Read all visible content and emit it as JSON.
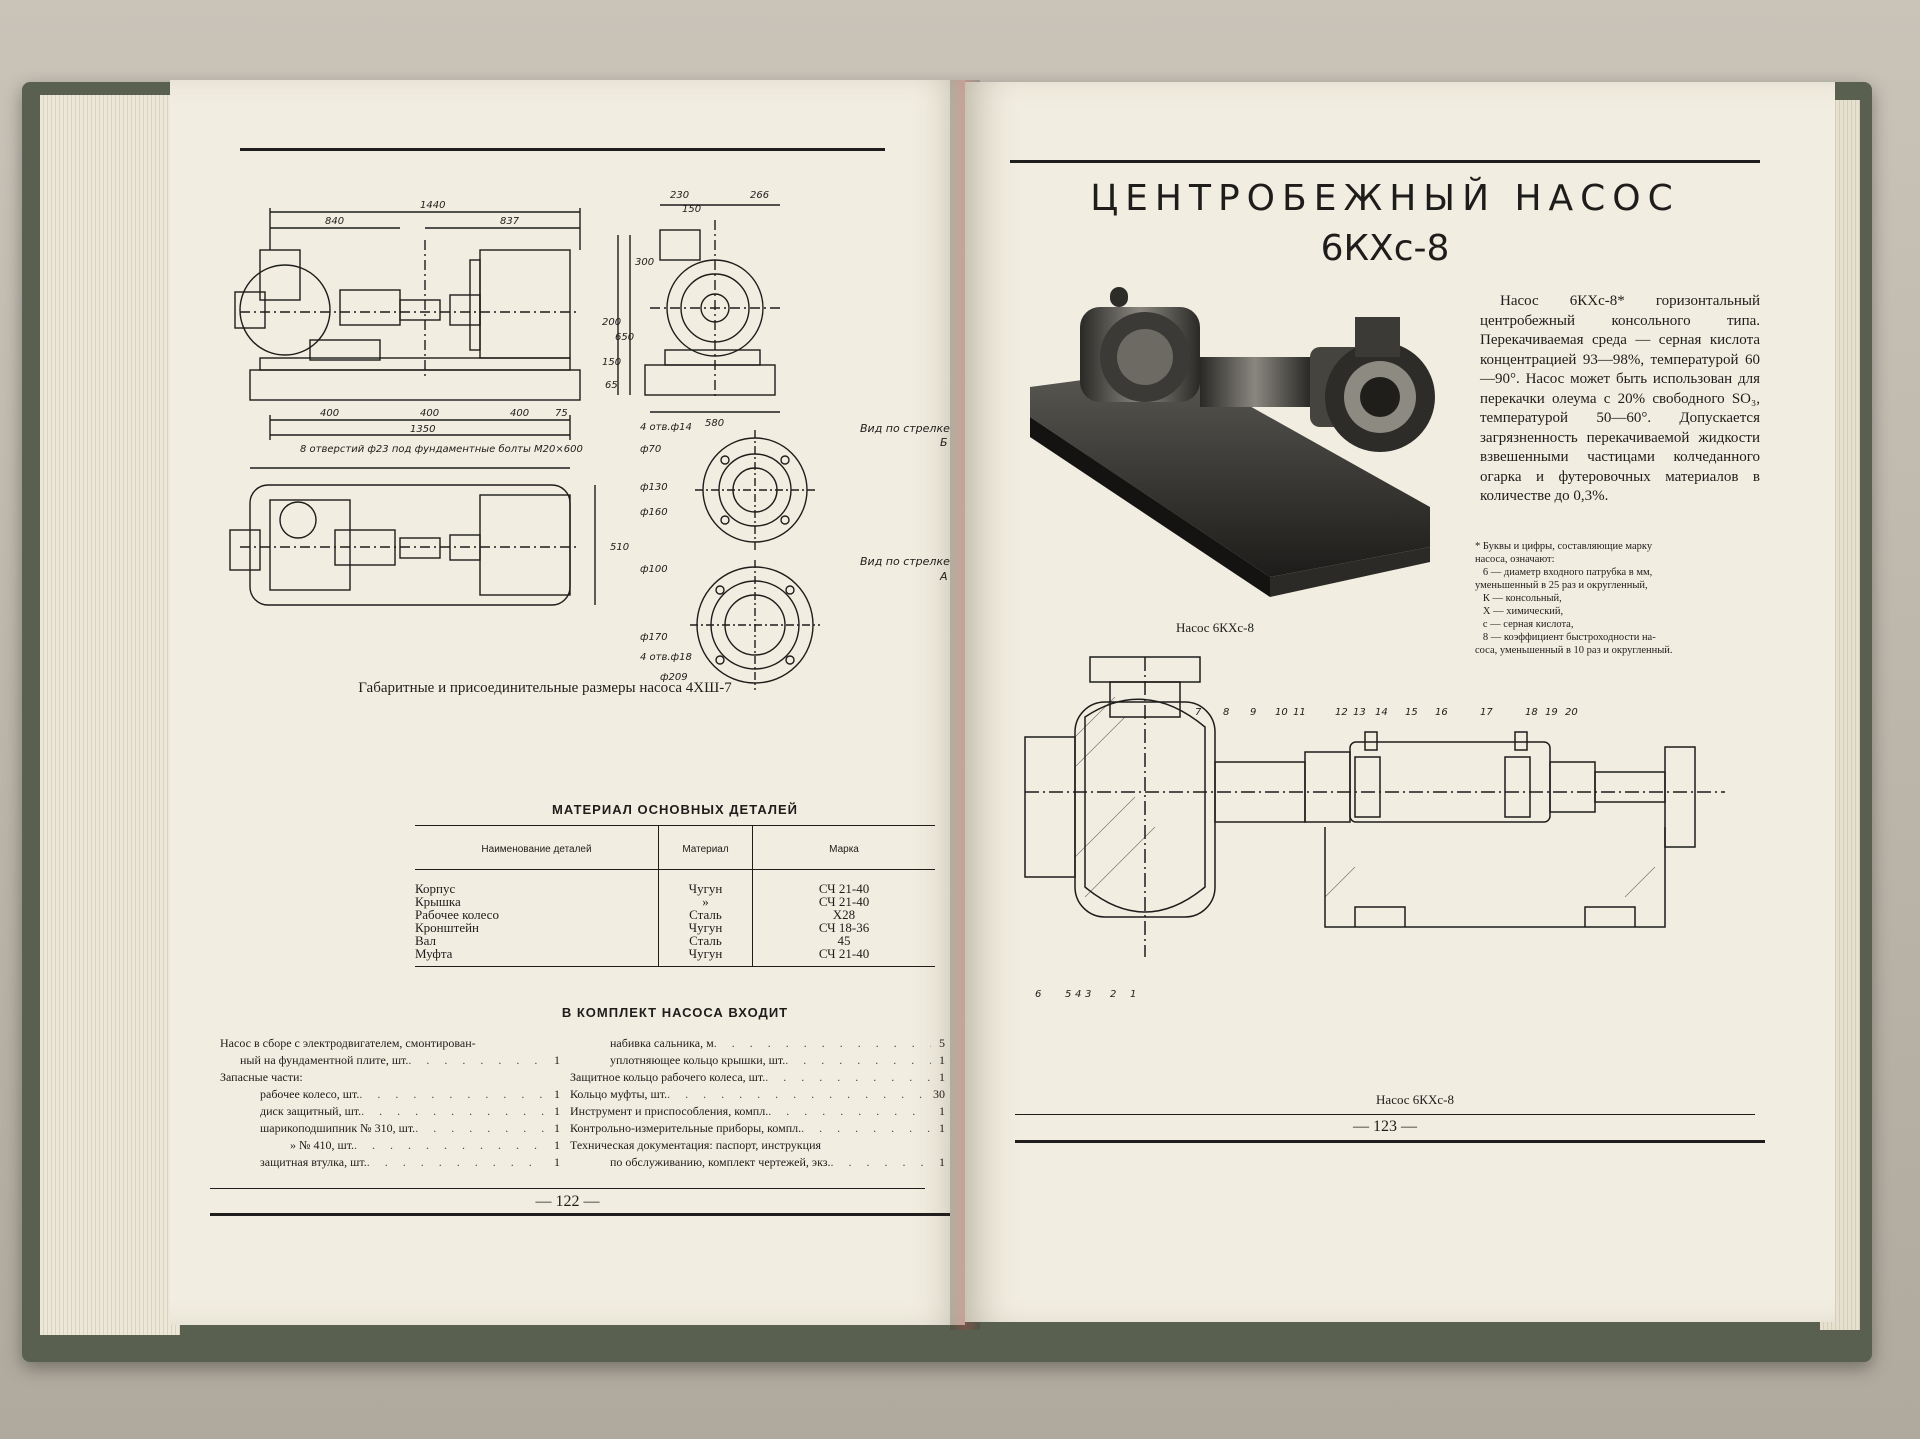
{
  "left_page": {
    "drawing_labels": {
      "dim_1440": "1440",
      "dim_840": "840",
      "dim_837": "837",
      "dim_230": "230",
      "dim_150": "150",
      "dim_266": "266",
      "dim_300": "300",
      "dim_200": "200",
      "dim_650": "650",
      "dim_150b": "150",
      "dim_65": "65",
      "dim_580": "580",
      "dim_400a": "400",
      "dim_400b": "400",
      "dim_400c": "400",
      "dim_75": "75",
      "dim_1350": "1350",
      "bolts_note": "8 отверстий ф23 под фундаментные болты  M20×600",
      "view_b": "Вид по стрелке",
      "view_b_letter": "Б",
      "view_a": "Вид по стрелке",
      "view_a_letter": "А",
      "holes_14": "4 отв.ф14",
      "d70": "ф70",
      "d130": "ф130",
      "d160": "ф160",
      "d100": "ф100",
      "d170": "ф170",
      "holes_18": "4 отв.ф18",
      "d209": "ф209",
      "dim_510": "510"
    },
    "drawing_caption": "Габаритные и присоединительные размеры насоса 4ХШ-7",
    "materials": {
      "title": "МАТЕРИАЛ ОСНОВНЫХ ДЕТАЛЕЙ",
      "headers": [
        "Наименование деталей",
        "Материал",
        "Марка"
      ],
      "rows": [
        {
          "part": "Корпус",
          "material": "Чугун",
          "grade": "СЧ 21-40"
        },
        {
          "part": "Крышка",
          "material": "»",
          "grade": "СЧ 21-40"
        },
        {
          "part": "Рабочее колесо",
          "material": "Сталь",
          "grade": "Х28"
        },
        {
          "part": "Кронштейн",
          "material": "Чугун",
          "grade": "СЧ 18-36"
        },
        {
          "part": "Вал",
          "material": "Сталь",
          "grade": "45"
        },
        {
          "part": "Муфта",
          "material": "Чугун",
          "grade": "СЧ 21-40"
        }
      ]
    },
    "kit": {
      "title": "В КОМПЛЕКТ НАСОСА ВХОДИТ",
      "left": [
        {
          "text": "Насос в сборе с электродвигателем, смонтирован-",
          "qty": ""
        },
        {
          "text": "ный на фундаментной плите, шт.",
          "qty": "1",
          "indent": 20
        },
        {
          "text": "Запасные части:",
          "qty": ""
        },
        {
          "text": "рабочее колесо, шт.",
          "qty": "1",
          "indent": 40
        },
        {
          "text": "диск защитный, шт.",
          "qty": "1",
          "indent": 40
        },
        {
          "text": "шарикоподшипник № 310, шт.",
          "qty": "1",
          "indent": 40
        },
        {
          "text": "»          № 410, шт.",
          "qty": "1",
          "indent": 70
        },
        {
          "text": "защитная втулка, шт.",
          "qty": "1",
          "indent": 40
        }
      ],
      "right": [
        {
          "text": "набивка сальника, м",
          "qty": "5",
          "indent": 40
        },
        {
          "text": "уплотняющее кольцо крышки, шт.",
          "qty": "1",
          "indent": 40
        },
        {
          "text": "Защитное кольцо рабочего колеса, шт.",
          "qty": "1"
        },
        {
          "text": "Кольцо муфты, шт.",
          "qty": "30"
        },
        {
          "text": "Инструмент и приспособления, компл.",
          "qty": "1"
        },
        {
          "text": "Контрольно-измерительные приборы, компл.",
          "qty": "1"
        },
        {
          "text": "Техническая документация: паспорт, инструкция",
          "qty": ""
        },
        {
          "text": "по обслуживанию, комплект чертежей, экз.",
          "qty": "1",
          "indent": 40
        }
      ]
    },
    "page_number": "— 122 —"
  },
  "right_page": {
    "title": "ЦЕНТРОБЕЖНЫЙ НАСОС",
    "model": "6КХс-8",
    "description": "Насос 6КХс-8* горизонтальный центробежный консольного типа. Перекачиваемая среда — серная кислота концентрацией 93—98%, температурой 60—90°. Насос может быть использован для перекачки олеума с 20% свободного SO₃, температурой 50—60°. Допускается загрязненность перекачиваемой жидкости взвешенными частицами колчеданного огарка и футеровочных материалов в количестве до 0,3%.",
    "footnote": [
      "* Буквы и цифры, составляющие марку",
      "насоса, означают:",
      "   6 — диаметр входного патрубка в мм,",
      "уменьшенный в 25 раз и округленный,",
      "   К — консольный,",
      "   Х — химический,",
      "   с — серная кислота,",
      "   8 — коэффициент быстроходности на-",
      "соса, уменьшенный в 10 раз и округленный."
    ],
    "photo_caption": "Насос 6КХс-8",
    "section_caption": "Насос 6КХс-8",
    "part_numbers_top": [
      "7",
      "8",
      "9",
      "10",
      "11",
      "12",
      "13",
      "14",
      "15",
      "16",
      "17",
      "18",
      "19",
      "20"
    ],
    "part_numbers_bottom": [
      "6",
      "5",
      "4",
      "3",
      "2",
      "1"
    ],
    "page_number": "— 123 —"
  },
  "colors": {
    "paper": "#f1ede0",
    "ink": "#1e1d1b",
    "cover": "#59604f",
    "table": "#bdb7ab"
  }
}
